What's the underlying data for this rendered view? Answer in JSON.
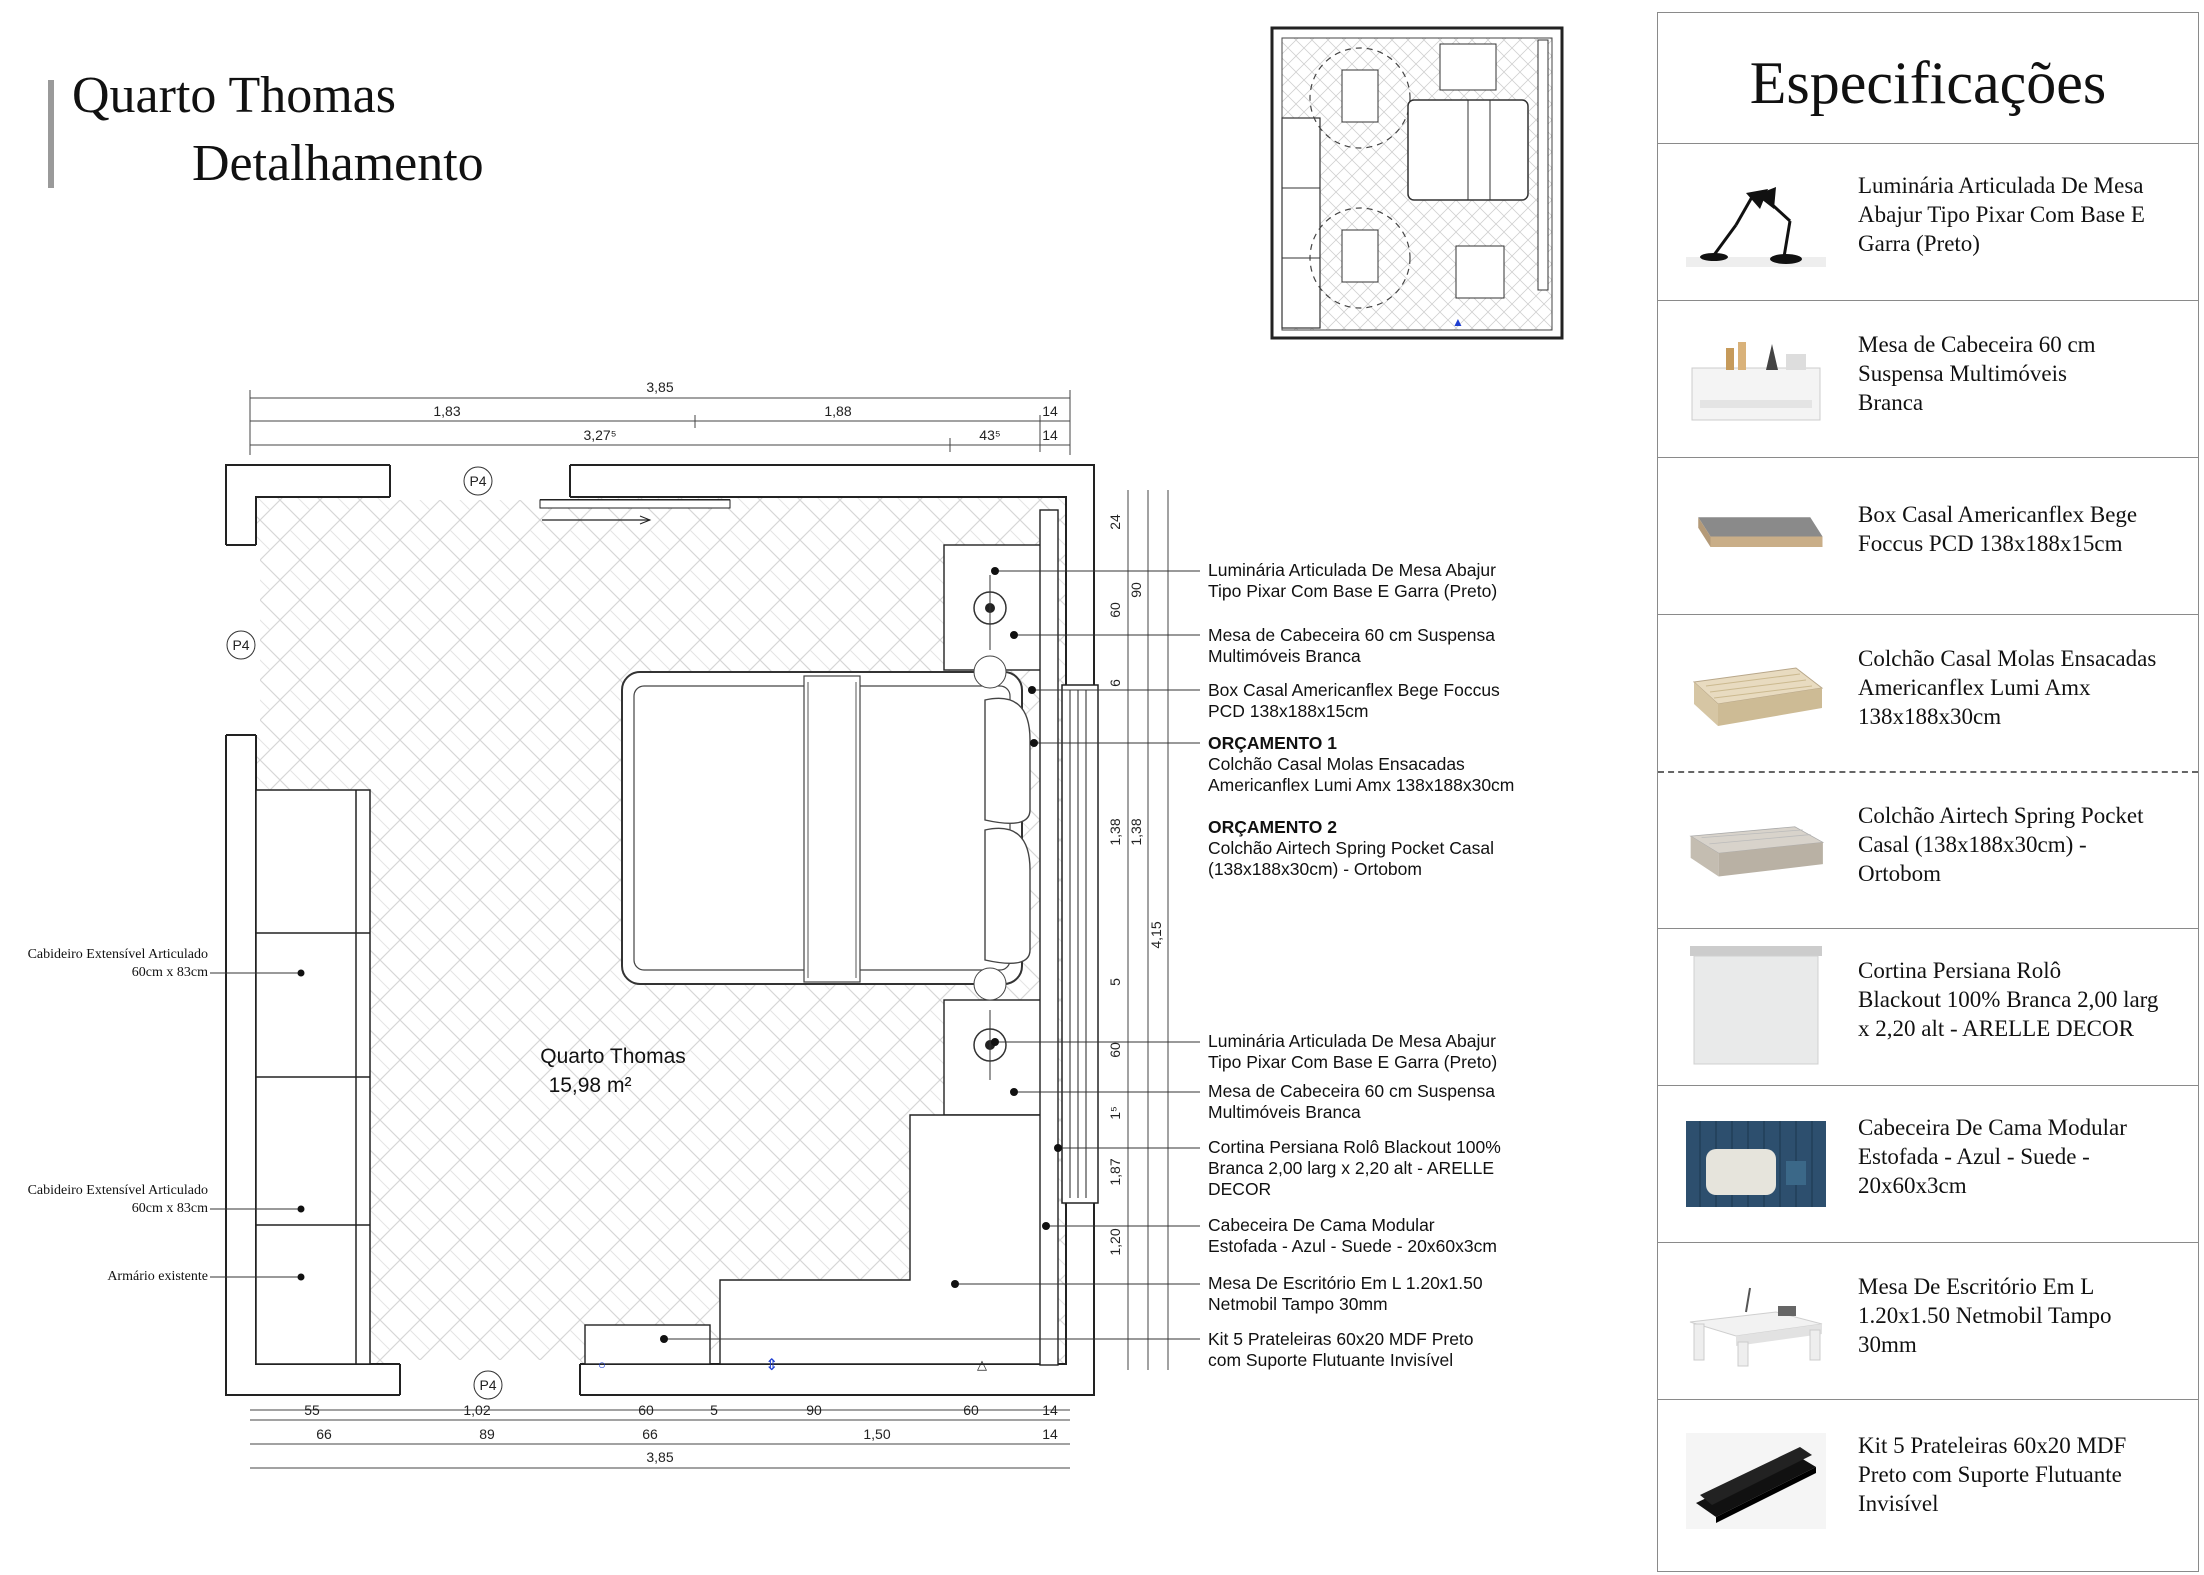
{
  "title": {
    "line1": "Quarto Thomas",
    "line2": "Detalhamento"
  },
  "room": {
    "name": "Quarto Thomas",
    "area": "15,98 m²"
  },
  "door_tags": [
    "P4",
    "P4",
    "P4"
  ],
  "top_dims": {
    "row1": [
      "3,85"
    ],
    "row2": [
      "1,83",
      "1,88",
      "14"
    ],
    "row3": [
      "3,27⁵",
      "43⁵",
      "14"
    ]
  },
  "bottom_dims": {
    "row1": [
      "55",
      "1,02",
      "60",
      "5",
      "90",
      "60",
      "14"
    ],
    "row2": [
      "66",
      "89",
      "66",
      "1,50",
      "14"
    ],
    "row3": [
      "3,85"
    ]
  },
  "right_dims": {
    "col1": [
      "24",
      "60",
      "6",
      "1,38",
      "5",
      "60",
      "1⁵",
      "1,87",
      "1,20"
    ],
    "col2": [
      "90",
      "1,38"
    ],
    "col3": [
      "4,15"
    ]
  },
  "left_annotations": [
    {
      "line1": "Cabideiro Extensível Articulado",
      "line2": "60cm x 83cm"
    },
    {
      "line1": "Cabideiro Extensível Articulado",
      "line2": "60cm x 83cm"
    },
    {
      "line1": "Armário existente",
      "line2": ""
    }
  ],
  "annotations": [
    {
      "lines": [
        "Luminária Articulada De Mesa Abajur",
        "Tipo Pixar Com Base E Garra (Preto)"
      ]
    },
    {
      "lines": [
        "Mesa de Cabeceira 60 cm Suspensa",
        "Multimóveis Branca"
      ]
    },
    {
      "lines": [
        "Box Casal Americanflex Bege Foccus",
        "PCD 138x188x15cm"
      ]
    },
    {
      "heading": "ORÇAMENTO 1",
      "lines": [
        "Colchão Casal Molas Ensacadas",
        "Americanflex Lumi Amx 138x188x30cm"
      ]
    },
    {
      "heading": "ORÇAMENTO 2",
      "lines": [
        "Colchão Airtech Spring Pocket Casal",
        "(138x188x30cm) - Ortobom"
      ]
    },
    {
      "lines": [
        "Luminária Articulada De Mesa Abajur",
        "Tipo Pixar Com Base E Garra (Preto)"
      ]
    },
    {
      "lines": [
        "Mesa de Cabeceira 60 cm Suspensa",
        "Multimóveis Branca"
      ]
    },
    {
      "lines": [
        "Cortina Persiana Rolô Blackout 100%",
        "Branca 2,00 larg x 2,20 alt - ARELLE",
        "DECOR"
      ]
    },
    {
      "lines": [
        "Cabeceira De Cama Modular",
        "Estofada - Azul - Suede - 20x60x3cm"
      ]
    },
    {
      "lines": [
        "Mesa De Escritório Em L 1.20x1.50",
        "Netmobil Tampo 30mm"
      ]
    },
    {
      "lines": [
        "Kit 5 Prateleiras 60x20 MDF Preto",
        "com Suporte Flutuante Invisível"
      ]
    }
  ],
  "specs": {
    "title": "Especificações",
    "items": [
      {
        "lines": [
          "Luminária Articulada De Mesa",
          "Abajur Tipo Pixar Com Base E",
          "Garra (Preto)"
        ],
        "icon": "desk-lamp-icon"
      },
      {
        "lines": [
          "Mesa de Cabeceira 60 cm",
          "Suspensa Multimóveis",
          "Branca"
        ],
        "icon": "nightstand-icon"
      },
      {
        "lines": [
          "Box Casal Americanflex Bege",
          "Foccus PCD 138x188x15cm"
        ],
        "icon": "bed-box-icon"
      },
      {
        "lines": [
          "Colchão Casal Molas Ensacadas",
          "Americanflex Lumi Amx",
          "138x188x30cm"
        ],
        "icon": "mattress-icon"
      },
      {
        "lines": [
          "Colchão Airtech Spring Pocket",
          "Casal (138x188x30cm) -",
          "Ortobom"
        ],
        "icon": "mattress-icon"
      },
      {
        "lines": [
          "Cortina Persiana Rolô",
          "Blackout 100% Branca 2,00 larg",
          "x 2,20 alt - ARELLE DECOR"
        ],
        "icon": "roller-blind-icon"
      },
      {
        "lines": [
          "Cabeceira De Cama Modular",
          "Estofada - Azul - Suede -",
          "20x60x3cm"
        ],
        "icon": "headboard-icon"
      },
      {
        "lines": [
          "Mesa De Escritório Em L",
          "1.20x1.50 Netmobil Tampo",
          "30mm"
        ],
        "icon": "l-desk-icon"
      },
      {
        "lines": [
          "Kit 5 Prateleiras 60x20 MDF",
          "Preto com Suporte Flutuante",
          "Invisível"
        ],
        "icon": "shelves-icon"
      }
    ]
  },
  "colors": {
    "line": "#222222",
    "panel_border": "#8a8a8a",
    "headboard_blue": "#2d4f6e",
    "marker_blue": "#1f3fd1"
  }
}
